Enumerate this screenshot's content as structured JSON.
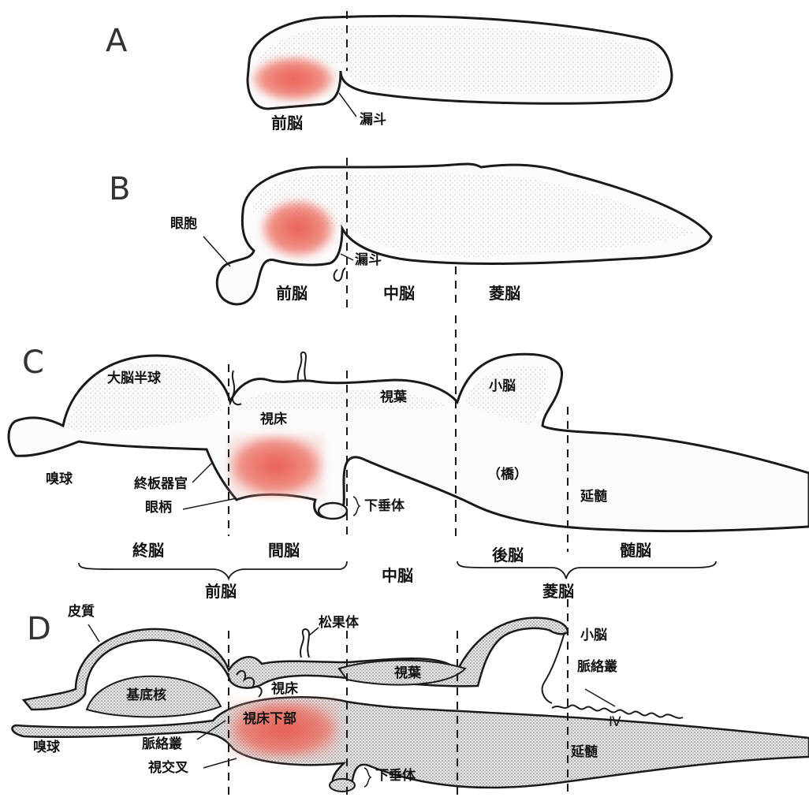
{
  "panels": {
    "A": {
      "letter": "A",
      "forebrain": "前脳",
      "infundibulum": "漏斗"
    },
    "B": {
      "letter": "B",
      "optic_vesicle": "眼胞",
      "infundibulum": "漏斗",
      "forebrain": "前脳",
      "midbrain": "中脳",
      "hindbrain": "菱脳"
    },
    "C": {
      "letter": "C",
      "cerebral_hemisphere": "大脳半球",
      "thalamus": "視床",
      "optic_tectum": "視葉",
      "cerebellum": "小脳",
      "olfactory_bulb": "嗅球",
      "lamina_terminalis_organ": "終板器官",
      "optic_stalk": "眼柄",
      "pons": "（橋）",
      "pituitary": "下垂体",
      "medulla": "延髄"
    },
    "divisions": {
      "telencephalon": "終脳",
      "diencephalon": "間脳",
      "forebrain": "前脳",
      "midbrain": "中脳",
      "metencephalon": "後脳",
      "myelencephalon": "髄脳",
      "hindbrain": "菱脳"
    },
    "D": {
      "letter": "D",
      "cortex": "皮質",
      "pineal": "松果体",
      "cerebellum": "小脳",
      "choroid_plexus_right": "脈絡叢",
      "basal_nuclei": "基底核",
      "thalamus": "視床",
      "optic_tectum": "視葉",
      "hypothalamus": "視床下部",
      "ventricle": "Ⅳ",
      "olfactory_bulb": "嗅球",
      "choroid_plexus_left": "脈絡叢",
      "optic_chiasm": "視交叉",
      "pituitary": "下垂体",
      "medulla": "延髄"
    }
  },
  "colors": {
    "outline": "#1a1a1a",
    "highlight": "#e8574a",
    "tissue_fill": "#fbfbfb",
    "stipple": "#8a8a8a"
  }
}
